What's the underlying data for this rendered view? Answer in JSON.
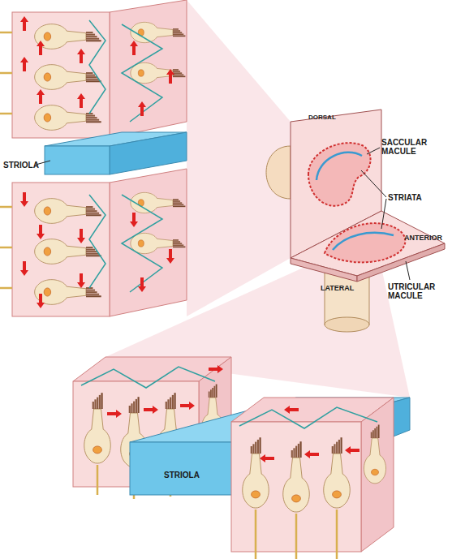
{
  "diagram": {
    "labels": [
      "STRIOLA",
      "DORSAL",
      "SACCULAR MACULE",
      "STRIATA",
      "ANTERIOR",
      "LATERAL",
      "UTRICULAR MACULE",
      "STRIOLA"
    ]
  }
}
